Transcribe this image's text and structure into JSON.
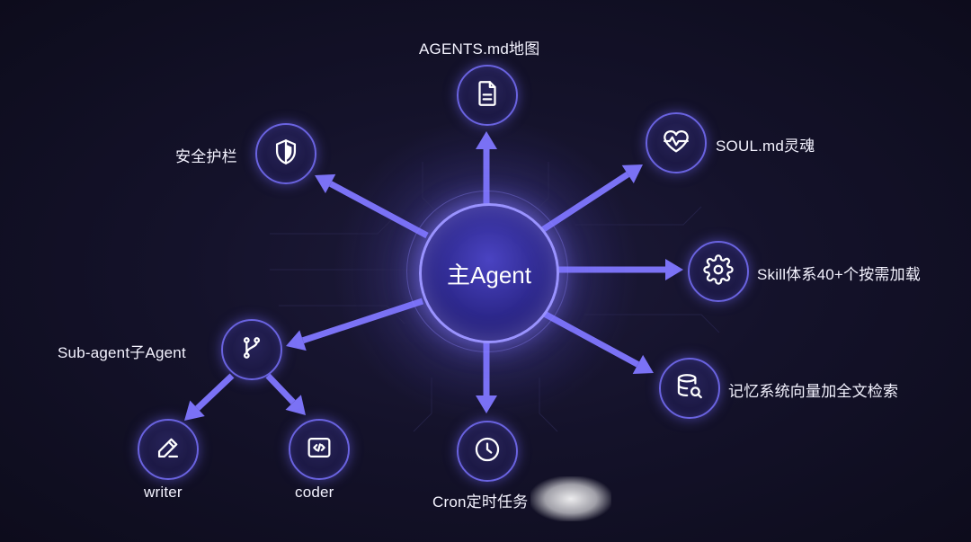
{
  "colors": {
    "accent": "#6c63f0",
    "arrow": "#7b72f5",
    "background": "#14122a",
    "node_border": "#6a63e0"
  },
  "center": {
    "label": "主Agent"
  },
  "nodes": {
    "agents_md": {
      "label": "AGENTS.md地图",
      "icon": "document-icon"
    },
    "soul_md": {
      "label": "SOUL.md灵魂",
      "icon": "heart-pulse-icon"
    },
    "skill": {
      "label": "Skill体系40+个按需加载",
      "icon": "gear-icon"
    },
    "memory": {
      "label": "记忆系统向量加全文检索",
      "icon": "database-search-icon"
    },
    "cron": {
      "label": "Cron定时任务",
      "icon": "clock-icon"
    },
    "guardrail": {
      "label": "安全护栏",
      "icon": "shield-icon"
    },
    "subagent": {
      "label": "Sub-agent子Agent",
      "icon": "branch-icon"
    },
    "writer": {
      "label": "writer",
      "icon": "pen-icon"
    },
    "coder": {
      "label": "coder",
      "icon": "code-icon"
    }
  }
}
